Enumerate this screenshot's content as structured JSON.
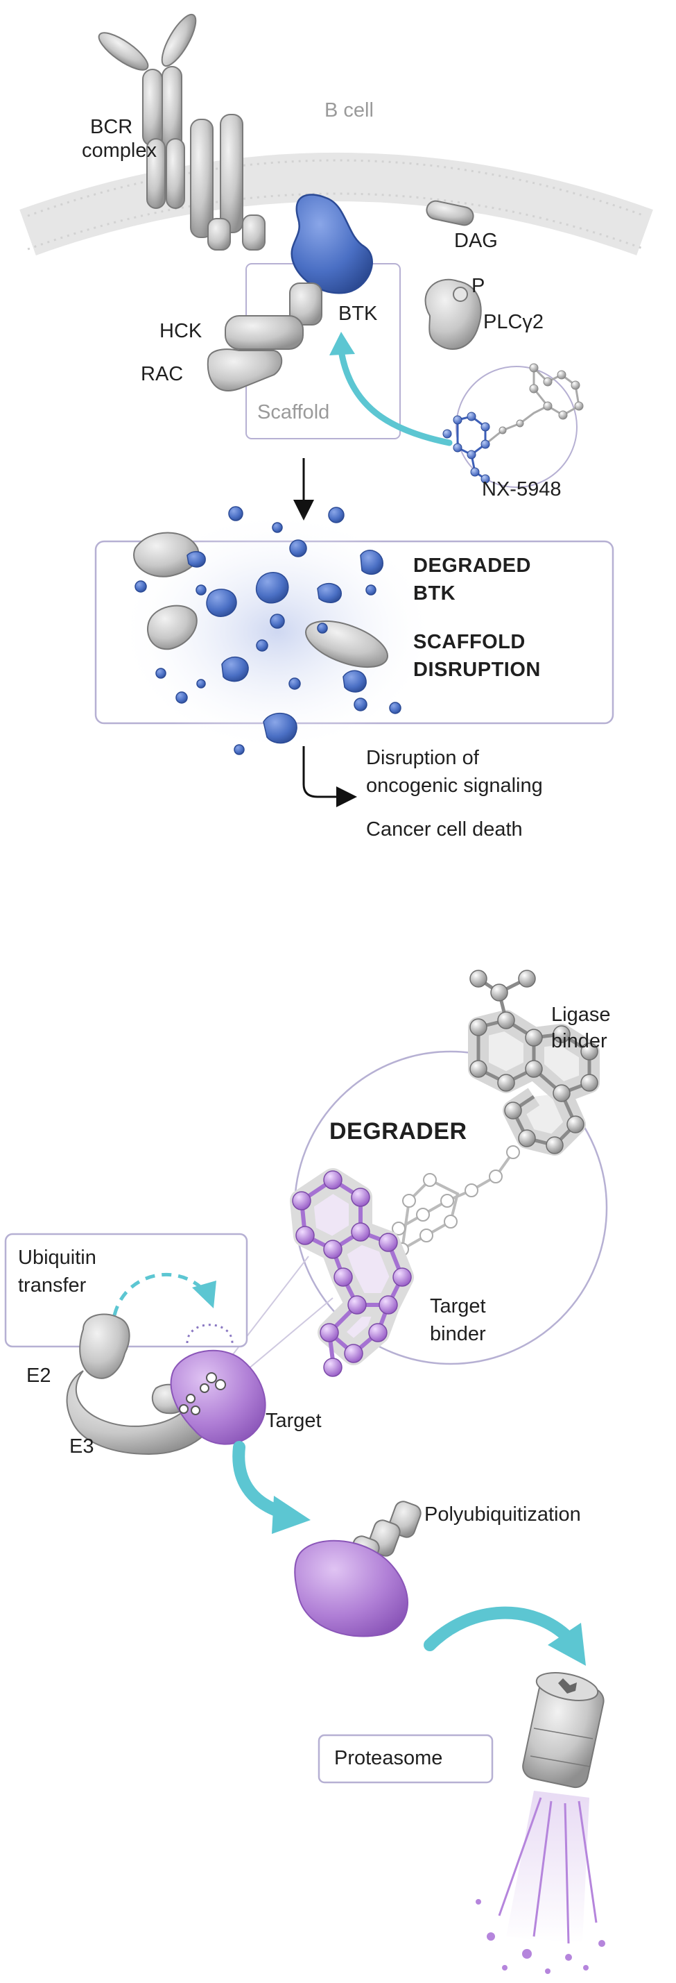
{
  "top": {
    "cell_label": "B cell",
    "bcr_line1": "BCR",
    "bcr_line2": "complex",
    "dag": "DAG",
    "p": "P",
    "plcy2": "PLCγ2",
    "hck": "HCK",
    "rac": "RAC",
    "btk": "BTK",
    "scaffold": "Scaffold",
    "drug": "NX-5948",
    "degraded_line1": "DEGRADED",
    "degraded_line2": "BTK",
    "scaffold_line1": "SCAFFOLD",
    "scaffold_line2": "DISRUPTION",
    "outcome_line1": "Disruption of",
    "outcome_line2": "oncogenic signaling",
    "outcome_line3": "Cancer cell death"
  },
  "bottom": {
    "ligase_line1": "Ligase",
    "ligase_line2": "binder",
    "degrader": "DEGRADER",
    "ubiquitin_line1": "Ubiquitin",
    "ubiquitin_line2": "transfer",
    "target_binder_line1": "Target",
    "target_binder_line2": "binder",
    "e2": "E2",
    "e3": "E3",
    "target": "Target",
    "polyubiquitization": "Polyubiquitization",
    "proteasome": "Proteasome"
  },
  "colors": {
    "btk_blue": "#4a6fc4",
    "degraded_blue": "#3f63c0",
    "target_purple": "#b07fd6",
    "arrow_cyan": "#5cc6d2",
    "box_outline": "#b6b0d3",
    "protein_grey": "#c9c9c9"
  }
}
